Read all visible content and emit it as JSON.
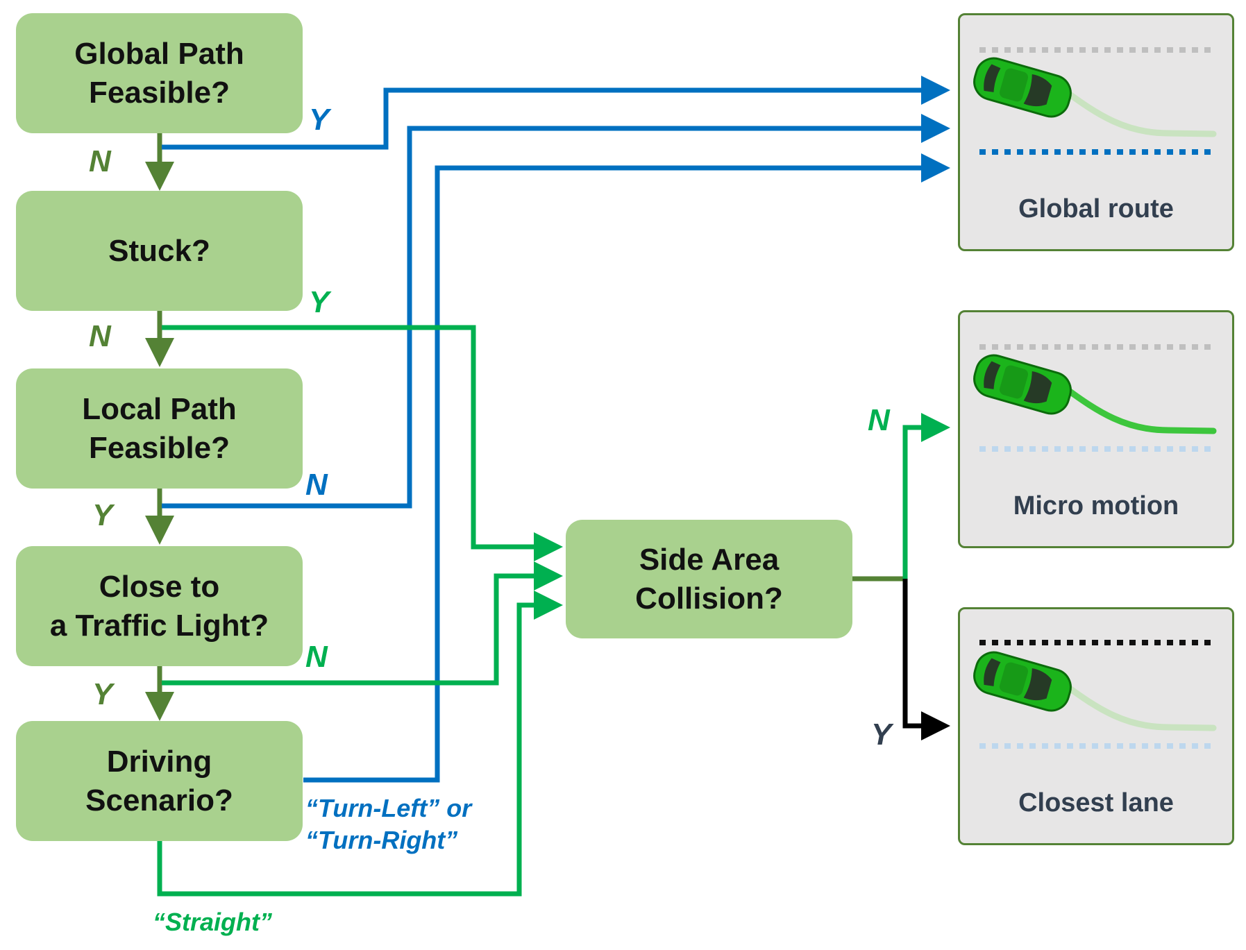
{
  "colors": {
    "box_fill": "#a9d18e",
    "dark_green": "#548235",
    "blue": "#0070c0",
    "green": "#00b050",
    "black": "#000000",
    "panel_fill": "#e7e6e6",
    "car_green": "#1bb41b"
  },
  "nodes": {
    "global_path_feasible": "Global Path\nFeasible?",
    "stuck": "Stuck?",
    "local_path_feasible": "Local Path\nFeasible?",
    "close_to_traffic_light": "Close to\na Traffic Light?",
    "driving_scenario": "Driving\nScenario?",
    "side_area_collision": "Side Area\nCollision?"
  },
  "edge_labels": {
    "global_y": "Y",
    "global_n": "N",
    "stuck_y": "Y",
    "stuck_n": "N",
    "local_n": "N",
    "local_y": "Y",
    "traffic_n": "N",
    "traffic_y": "Y",
    "turn": "“Turn-Left” or\n“Turn-Right”",
    "straight": "“Straight”",
    "collision_n": "N",
    "collision_y": "Y"
  },
  "panels": {
    "global_route": "Global route",
    "micro_motion": "Micro motion",
    "closest_lane": "Closest lane"
  },
  "icons": [
    "car-icon",
    "arrowhead-icon"
  ]
}
